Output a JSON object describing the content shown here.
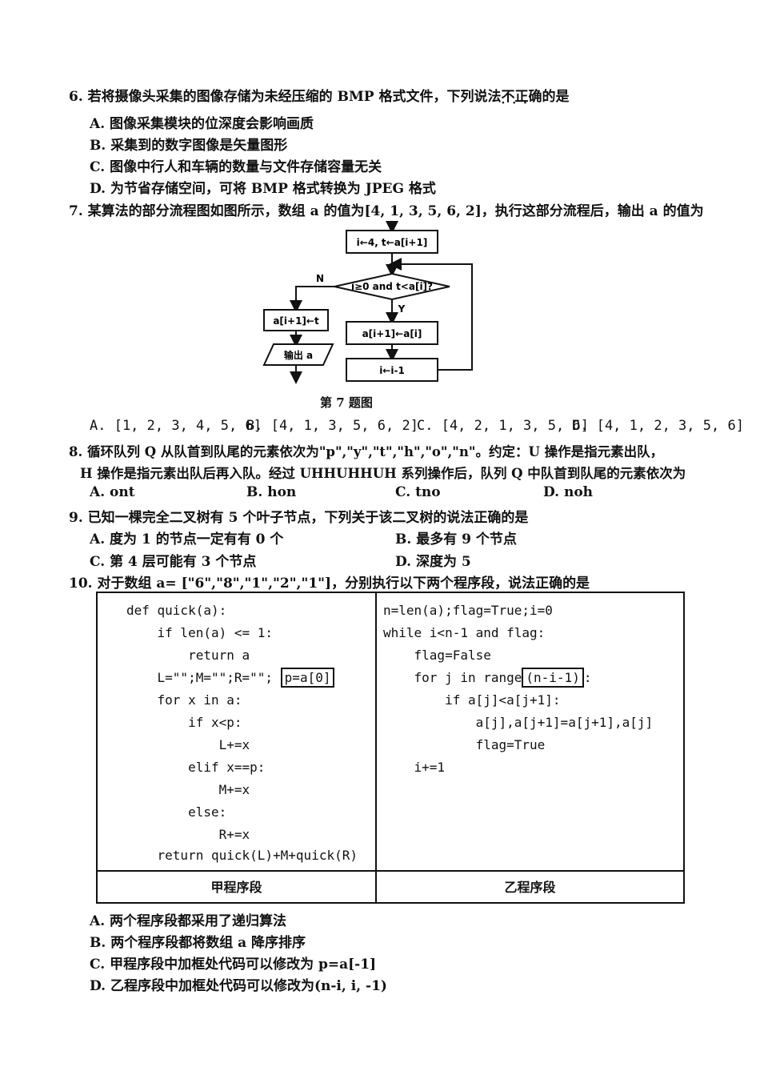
{
  "q6": {
    "stem_pre": "6. 若将摄像头采集的图像存储为未经压缩的 BMP 格式文件，下列说法",
    "stem_emph": "不正确",
    "stem_post": "的是",
    "options": [
      "A. 图像采集模块的位深度会影响画质",
      "B. 采集到的数字图像是矢量图形",
      "C. 图像中行人和车辆的数量与文件存储容量无关",
      "D. 为节省存储空间，可将 BMP 格式转换为 JPEG 格式"
    ]
  },
  "q7": {
    "stem": "7. 某算法的部分流程图如图所示，数组 a 的值为[4, 1, 3, 5, 6, 2]，执行这部分流程后，输出 a 的值为",
    "flowchart": {
      "init": "i←4, t←a[i+1]",
      "condition": "i≥0 and t<a[i]?",
      "no_label": "N",
      "yes_label": "Y",
      "assign_t": "a[i+1]←t",
      "output": "输出 a",
      "shift": "a[i+1]←a[i]",
      "decrement": "i←i-1"
    },
    "caption": "第 7 题图",
    "options": [
      "A. [1, 2, 3, 4, 5, 6]",
      "B. [4, 1, 3, 5, 6, 2]",
      "C. [4, 2, 1, 3, 5, 6]",
      "D. [4, 1, 2, 3, 5, 6]"
    ]
  },
  "q8": {
    "stem_line1": "8. 循环队列 Q 从队首到队尾的元素依次为\"p\",\"y\",\"t\",\"h\",\"o\",\"n\"。约定：U 操作是指元素出队，",
    "stem_line2": "H 操作是指元素出队后再入队。经过 UHHUHHUH 系列操作后，队列 Q 中队首到队尾的元素依次为",
    "options": [
      "A. ont",
      "B. hon",
      "C. tno",
      "D. noh"
    ]
  },
  "q9": {
    "stem": "9. 已知一棵完全二叉树有 5 个叶子节点，下列关于该二叉树的说法正确的是",
    "options": [
      "A. 度为 1 的节点一定有有 0 个",
      "B. 最多有 9 个节点",
      "C. 第 4 层可能有 3 个节点",
      "D. 深度为 5"
    ]
  },
  "q10": {
    "stem": "10. 对于数组 a= [\"6\",\"8\",\"1\",\"2\",\"1\"]，分别执行以下两个程序段，说法正确的是",
    "left_code": [
      "def quick(a):",
      "    if len(a) <= 1:",
      "        return a",
      "    L=\"\";M=\"\";R=\"\";",
      "    for x in a:",
      "        if x<p:",
      "            L+=x",
      "        elif x==p:",
      "            M+=x",
      "        else:",
      "            R+=x",
      "    return quick(L)+M+quick(R)"
    ],
    "left_boxed": "p=a[0]",
    "right_code": [
      "n=len(a);flag=True;i=0",
      "while i<n-1 and flag:",
      "    flag=False",
      "    for j in range",
      "        if a[j]<a[j+1]:",
      "            a[j],a[j+1]=a[j+1],a[j]",
      "            flag=True",
      "    i+=1"
    ],
    "right_boxed": "(n-i-1)",
    "right_boxed_suffix": ":",
    "left_label": "甲程序段",
    "right_label": "乙程序段",
    "options": [
      "A. 两个程序段都采用了递归算法",
      "B. 两个程序段都将数组 a 降序排序",
      "C. 甲程序段中加框处代码可以修改为 p=a[-1]",
      "D. 乙程序段中加框处代码可以修改为(n-i, i, -1)"
    ]
  }
}
